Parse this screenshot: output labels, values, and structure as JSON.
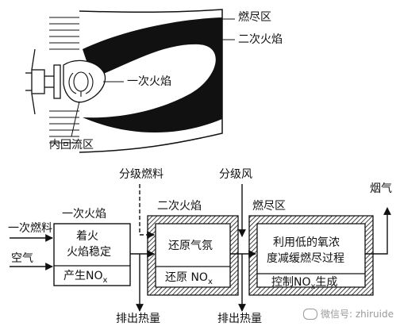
{
  "top_diagram": {
    "burnout_zone": "燃尽区",
    "secondary_flame": "二次火焰",
    "primary_flame": "一次火焰",
    "inner_recirculation": "内回流区"
  },
  "process_diagram": {
    "staged_fuel": "分级燃料",
    "staged_air": "分级风",
    "flue_gas": "烟气",
    "primary_fuel_input": "一次燃料",
    "air_input": "空气",
    "primary_flame_zone": "一次火焰",
    "secondary_flame_zone": "二次火焰",
    "burnout_zone": "燃尽区",
    "box1_line1": "着火",
    "box1_line2": "火焰稳定",
    "box1_bottom": "产生NO",
    "box1_bottom_sub": "x",
    "box2_top": "还原气氛",
    "box2_bottom": "还原 NO",
    "box2_bottom_sub": "x",
    "box3_line1": "利用低的氧浓",
    "box3_line2": "度减缓燃尽过程",
    "box3_bottom_pre": "控制NO",
    "box3_bottom_sub": "x",
    "box3_bottom_post": "生成",
    "heat_out_1": "排出热量",
    "heat_out_2": "排出热量"
  },
  "watermark": {
    "text": "微信号: zhiruide"
  }
}
